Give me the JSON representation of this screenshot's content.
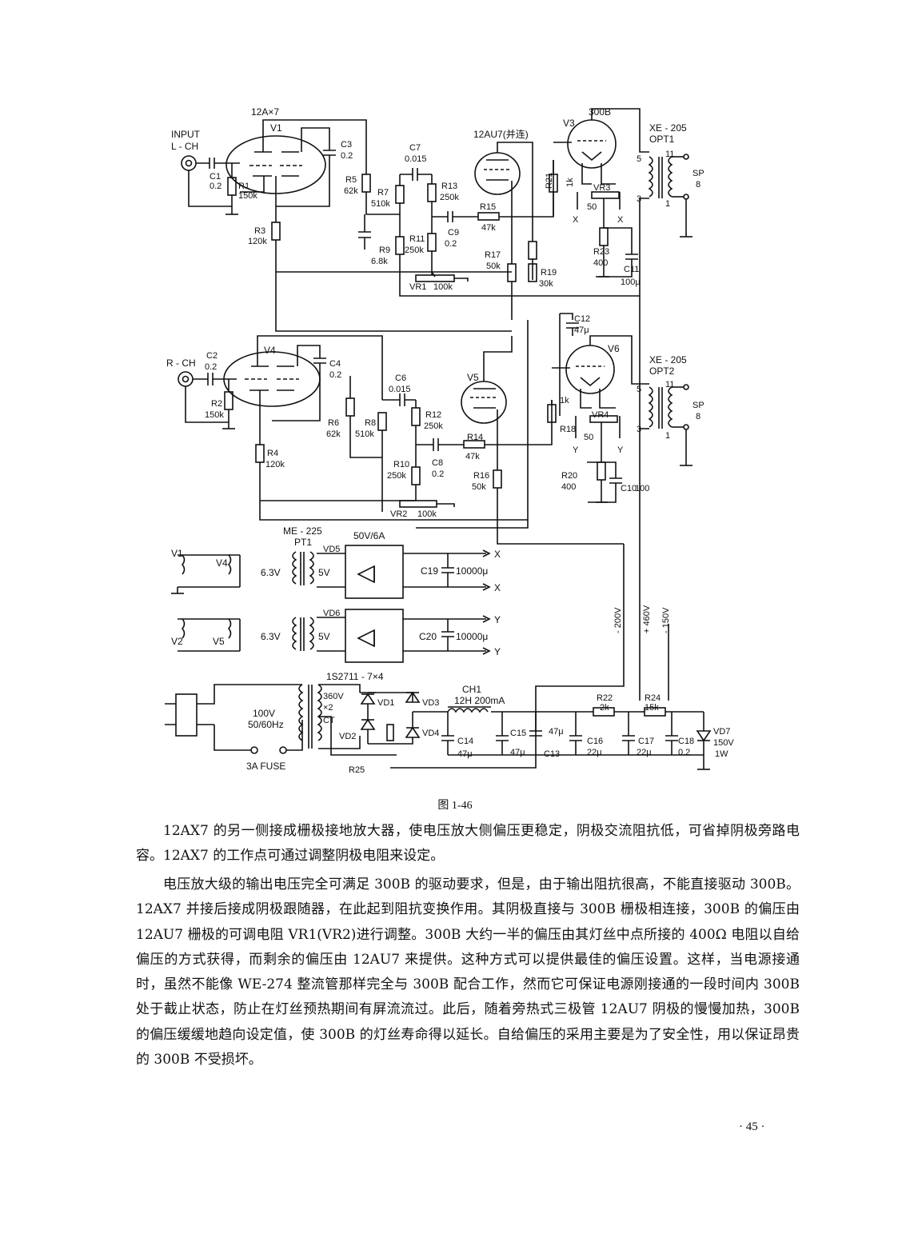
{
  "figure": {
    "caption": "图 1-46",
    "labels": {
      "tube_v1_type": "12A×7",
      "tube_v1": "V1",
      "tube_v4": "V4",
      "tube_v2_type": "12AU7(并连)",
      "tube_v5": "V5",
      "tube_v3_type": "300B",
      "tube_v3": "V3",
      "tube_v6": "V6",
      "input_l_1": "INPUT",
      "input_l_2": "L - CH",
      "input_r": "R - CH",
      "c1": "C1",
      "c1v": "0.2",
      "r1": "R1",
      "r1v": "150k",
      "c3": "C3",
      "c3v": "0.2",
      "r5": "R5",
      "r5v": "62k",
      "r3": "R3",
      "r3v": "120k",
      "c7": "C7",
      "c7v": "0.015",
      "r7": "R7",
      "r7v": "510k",
      "r9": "R9",
      "r9v": "6.8k",
      "r13": "R13",
      "r13v": "250k",
      "r11": "R11",
      "r11v": "250k",
      "c9": "C9",
      "c9v": "0.2",
      "r15": "R15",
      "r15v": "47k",
      "r17": "R17",
      "r17v": "50k",
      "r19": "R19",
      "r19v": "30k",
      "r21": "R21",
      "r21v": "1k",
      "vr1": "VR1",
      "vr1v": "100k",
      "vr3": "VR3",
      "vr3v": "50",
      "r23": "R23",
      "r23v": "400",
      "c11": "C11",
      "c11v": "100μ",
      "c12": "C12",
      "c12v": "47μ",
      "opt1_1": "XE - 205",
      "opt1_2": "OPT1",
      "opt2_1": "XE - 205",
      "opt2_2": "OPT2",
      "sp": "SP",
      "sp8": "8",
      "pin5": "5",
      "pin3": "3",
      "pin11": "11",
      "pin1": "1",
      "x": "X",
      "y": "Y",
      "c2": "C2",
      "c2v": "0.2",
      "r2": "R2",
      "r2v": "150k",
      "c4": "C4",
      "c4v": "0.2",
      "r6": "R6",
      "r6v": "62k",
      "r4": "R4",
      "r4v": "120k",
      "c6": "C6",
      "c6v": "0.015",
      "r8": "R8",
      "r8v": "510k",
      "r12": "R12",
      "r12v": "250k",
      "r10": "R10",
      "r10v": "250k",
      "c8": "C8",
      "c8v": "0.2",
      "r14": "R14",
      "r14v": "47k",
      "r16": "R16",
      "r16v": "50k",
      "r18": "R18",
      "r18v": "1k",
      "vr2": "VR2",
      "vr2v": "100k",
      "vr4": "VR4",
      "vr4v": "50",
      "r20": "R20",
      "r20v": "400",
      "c10": "C10",
      "c10v": "100",
      "pt1_1": "ME - 225",
      "pt1_2": "PT1",
      "v1h": "V1",
      "v4h": "V4",
      "v2h": "V2",
      "v5h": "V5",
      "h63a": "6.3V",
      "h63b": "6.3V",
      "h5a": "5V",
      "h5b": "5V",
      "vd5": "VD5",
      "vd6": "VD6",
      "br_rating": "50V/6A",
      "c19": "C19",
      "c19v": "10000μ",
      "c20": "C20",
      "c20v": "10000μ",
      "diodes": "1S2711 - 7×4",
      "ac_v": "100V",
      "ac_hz": "50/60Hz",
      "fuse": "3A FUSE",
      "sec_v": "360V",
      "sec_x2": "×2",
      "ct": "CT",
      "vd1": "VD1",
      "vd2": "VD2",
      "vd3": "VD3",
      "vd4": "VD4",
      "r25": "R25",
      "ch1": "CH1",
      "ch1v": "12H 200mA",
      "c14": "C14",
      "c14v": "47μ",
      "c15": "C15",
      "c15v": "47μ",
      "c13": "C13",
      "c13v": "47μ",
      "r22": "R22",
      "r22v": "2k",
      "r24": "R24",
      "r24v": "15k",
      "c16": "C16",
      "c16v": "22μ",
      "c17": "C17",
      "c17v": "22μ",
      "c18": "C18",
      "c18v": "0.2",
      "vd7": "VD7",
      "vd7v": "150V",
      "vd7p": "1W",
      "v200": "- 200V",
      "v460": "+ 460V",
      "v150": "- 150V"
    }
  },
  "paragraphs": [
    "12AX7 的另一侧接成栅极接地放大器，使电压放大侧偏压更稳定，阴极交流阻抗低，可省掉阴极旁路电容。12AX7 的工作点可通过调整阴极电阻来设定。",
    "电压放大级的输出电压完全可满足 300B 的驱动要求，但是，由于输出阻抗很高，不能直接驱动 300B。12AX7 并接后接成阴极跟随器，在此起到阻抗变换作用。其阴极直接与 300B 栅极相连接，300B 的偏压由 12AU7 栅极的可调电阻 VR1(VR2)进行调整。300B 大约一半的偏压由其灯丝中点所接的 400Ω 电阻以自给偏压的方式获得，而剩余的偏压由 12AU7 来提供。这种方式可以提供最佳的偏压设置。这样，当电源接通时，虽然不能像 WE-274 整流管那样完全与 300B 配合工作，然而它可保证电源刚接通的一段时间内 300B 处于截止状态，防止在灯丝预热期间有屏流流过。此后，随着旁热式三极管 12AU7 阴极的慢慢加热，300B 的偏压缓缓地趋向设定值，使 300B 的灯丝寿命得以延长。自给偏压的采用主要是为了安全性，用以保证昂贵的 300B 不受损坏。"
  ],
  "page_number": "· 45 ·"
}
